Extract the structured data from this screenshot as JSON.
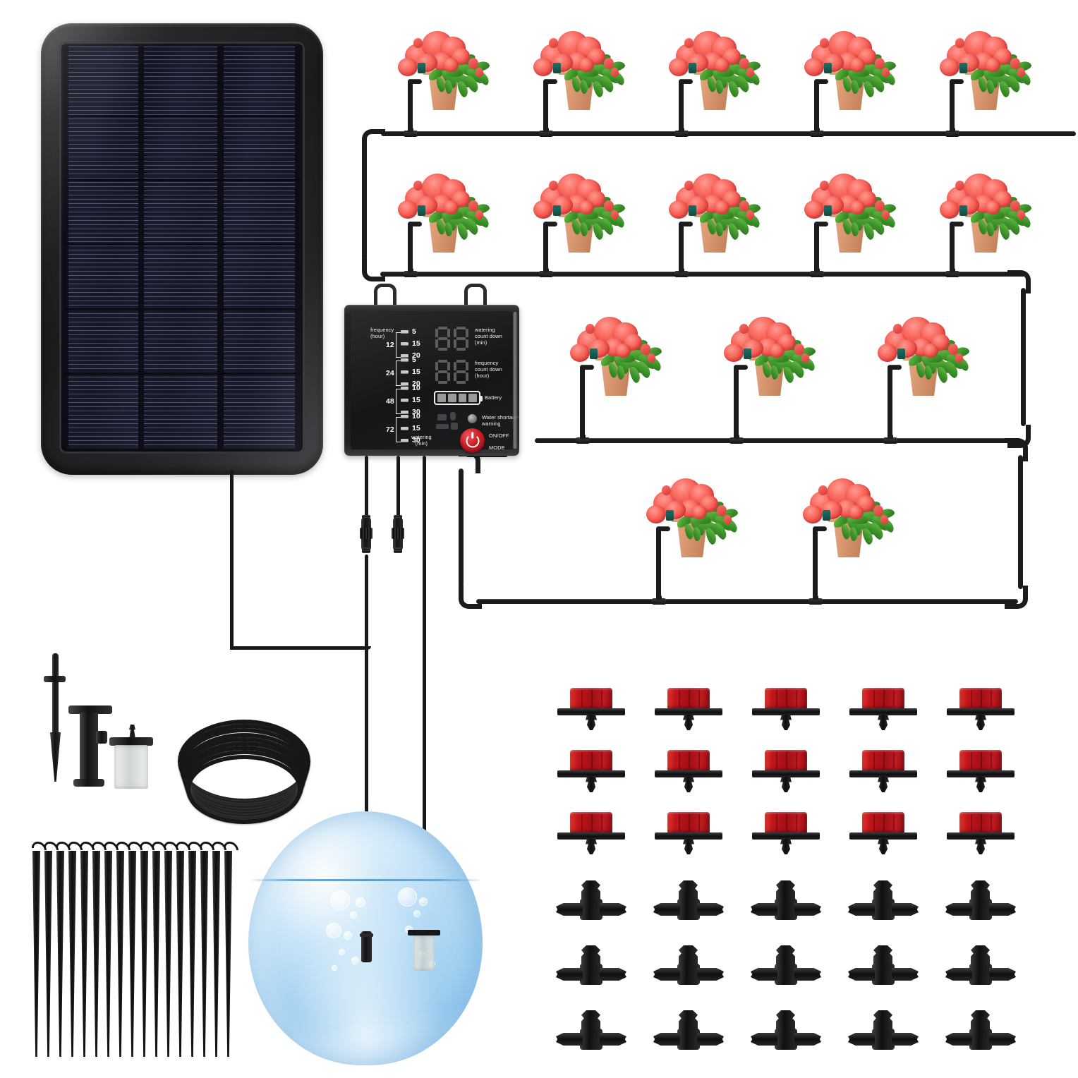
{
  "product": {
    "name": "solar-powered automatic drip irrigation system kit",
    "background_color": "#ffffff"
  },
  "solar_panel": {
    "name": "solar panel",
    "frame_color": "#2a2a2d",
    "cell_color": "#15172a",
    "cell_columns": 3
  },
  "controller": {
    "name": "irrigation timer controller",
    "body_color": "#1b1b1d",
    "labels": {
      "frequency_header": "frequency\n(hour)",
      "watering_footer": "watering\n(min)",
      "watering_countdown": "watering\ncount down\n(min)",
      "frequency_countdown": "frequency\ncount down\n(hour)",
      "battery": "Battery",
      "water_shortage": "Water shortage\nwarning",
      "power": "ON/OFF",
      "mode": "MODE"
    },
    "frequency_groups": [
      {
        "hours": "12",
        "options": [
          "5",
          "15",
          "20"
        ]
      },
      {
        "hours": "24",
        "options": [
          "5",
          "15",
          "20"
        ]
      },
      {
        "hours": "48",
        "options": [
          "10",
          "15",
          "30"
        ]
      },
      {
        "hours": "72",
        "options": [
          "10",
          "15",
          "30"
        ]
      }
    ],
    "displays": [
      {
        "name": "watering-countdown-display",
        "value": "88"
      },
      {
        "name": "frequency-countdown-display",
        "value": "88"
      }
    ],
    "battery_bars": 4,
    "power_button_color": "#c2171f",
    "warning_led_color": "#8c8c90"
  },
  "plants": {
    "name": "potted flowering plant",
    "flower_color": "#ee5249",
    "leaf_color": "#3d9429",
    "pot_color": "#d79a72",
    "rows": [
      {
        "label": "row-1",
        "count": 5
      },
      {
        "label": "row-2",
        "count": 5
      },
      {
        "label": "row-3",
        "count": 3
      },
      {
        "label": "row-4",
        "count": 2
      }
    ],
    "total": 15
  },
  "tubing": {
    "name": "drip tubing line",
    "color": "#1b1b1c"
  },
  "water_bowl": {
    "name": "water reservoir bowl",
    "water_color": "#a9d5f3",
    "contents": [
      "pump-probe",
      "inline-filter",
      "air-bubbles"
    ]
  },
  "accessories": {
    "hose_coil": {
      "name": "drip hose coil",
      "color": "#18181a"
    },
    "ground_stake": {
      "name": "ground stake",
      "color": "#141416"
    },
    "valve_fitting": {
      "name": "valve fitting",
      "color": "#1a1a1c"
    },
    "filter_cartridge": {
      "name": "filter cartridge",
      "color": "#d8dcd8"
    },
    "support_stakes": {
      "name": "support stake",
      "count": 17,
      "color": "#141416"
    },
    "drippers": {
      "name": "adjustable dripper",
      "count": 15,
      "cap_color": "#b5121b",
      "base_color": "#141416",
      "rows": 3,
      "columns": 5
    },
    "tee_connectors": {
      "name": "tee barb connector",
      "count": 15,
      "color": "#141416",
      "rows": 3,
      "columns": 5
    },
    "cable_connectors": {
      "name": "waterproof cable connector",
      "count": 2,
      "color": "#18181a"
    }
  }
}
